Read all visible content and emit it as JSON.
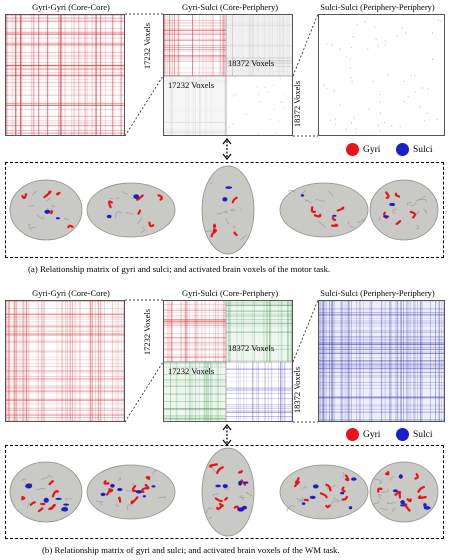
{
  "panel_a": {
    "title_left": "Gyri-Gyri (Core-Core)",
    "title_mid": "Gyri-Sulci (Core-Periphery)",
    "title_right": "Sulci-Sulci (Periphery-Periphery)",
    "voxels_gyri": "17232 Voxels",
    "voxels_sulci": "18372 Voxels",
    "caption": "(a) Relationship matrix of gyri and sulci; and activated brain voxels of the motor task."
  },
  "panel_b": {
    "title_left": "Gyri-Gyri (Core-Core)",
    "title_mid": "Gyri-Sulci (Core-Periphery)",
    "title_right": "Sulci-Sulci (Periphery-Periphery)",
    "voxels_gyri": "17232 Voxels",
    "voxels_sulci": "18372 Voxels",
    "caption": "(b) Relationship matrix of gyri and sulci; and activated brain voxels of the WM task."
  },
  "legend": {
    "gyri_label": "Gyri",
    "sulci_label": "Sulci",
    "gyri_color": "#e8141a",
    "sulci_color": "#1b1fc8"
  },
  "colors": {
    "matrix_red": "#d9363e",
    "matrix_blue": "#3438b8",
    "matrix_green": "#2f8a3a",
    "brain_gray": "#c9c9c6"
  }
}
